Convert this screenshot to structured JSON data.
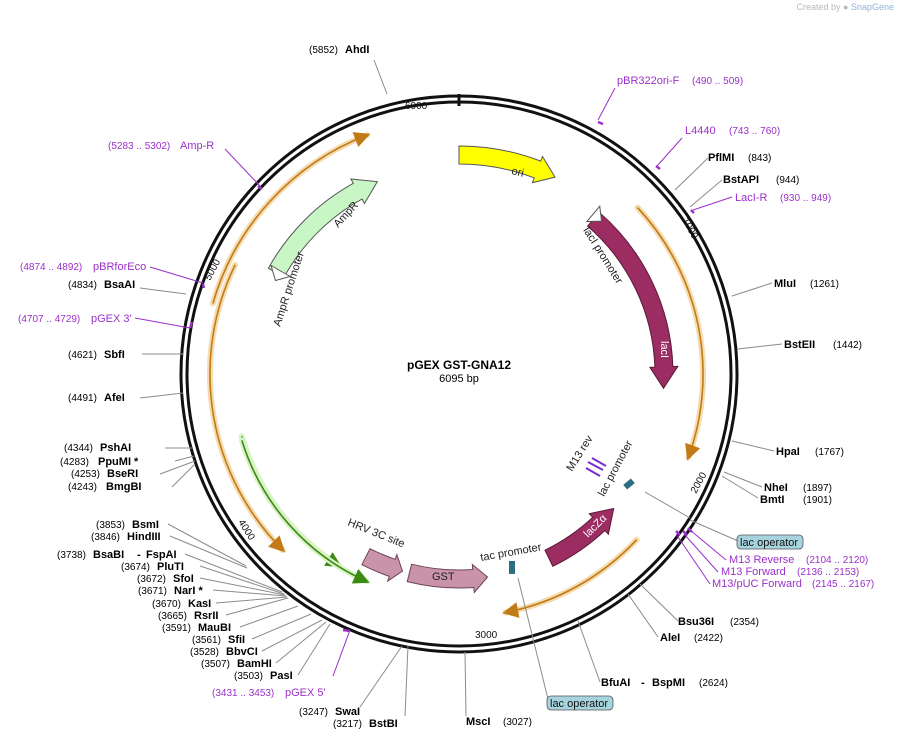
{
  "brand": {
    "created_by": "Created by",
    "name": "SnapGene"
  },
  "plasmid": {
    "name": "pGEX GST-GNA12",
    "size_label": "6095 bp"
  },
  "ticks": [
    "1000",
    "2000",
    "3000",
    "4000",
    "5000",
    "6000"
  ],
  "sites_right": [
    {
      "name": "PflMI",
      "pos": "(843)"
    },
    {
      "name": "BstAPI",
      "pos": "(944)"
    },
    {
      "name": "MluI",
      "pos": "(1261)"
    },
    {
      "name": "BstEII",
      "pos": "(1442)"
    },
    {
      "name": "HpaI",
      "pos": "(1767)"
    },
    {
      "name": "NheI",
      "pos": "(1897)"
    },
    {
      "name": "BmtI",
      "pos": "(1901)"
    },
    {
      "name": "Bsu36I",
      "pos": "(2354)"
    },
    {
      "name": "AleI",
      "pos": "(2422)"
    },
    {
      "name": "BfuAI",
      "pos": ""
    },
    {
      "name": "BspMI",
      "pos": "(2624)"
    },
    {
      "name": "MscI",
      "pos": "(3027)"
    }
  ],
  "sites_left": [
    {
      "name": "AhdI",
      "pos": "(5852)"
    },
    {
      "name": "BsaAI",
      "pos": "(4834)"
    },
    {
      "name": "SbfI",
      "pos": "(4621)"
    },
    {
      "name": "AfeI",
      "pos": "(4491)"
    },
    {
      "name": "PshAI",
      "pos": "(4344)"
    },
    {
      "name": "PpuMI *",
      "pos": "(4283)"
    },
    {
      "name": "BseRI",
      "pos": "(4253)"
    },
    {
      "name": "BmgBI",
      "pos": "(4243)"
    },
    {
      "name": "BsmI",
      "pos": "(3853)"
    },
    {
      "name": "HindIII",
      "pos": "(3846)"
    },
    {
      "name": "BsaBI",
      "pos": "(3738)"
    },
    {
      "name": "FspAI",
      "pos": ""
    },
    {
      "name": "PluTI",
      "pos": "(3674)"
    },
    {
      "name": "SfoI",
      "pos": "(3672)"
    },
    {
      "name": "NarI *",
      "pos": "(3671)"
    },
    {
      "name": "KasI",
      "pos": "(3670)"
    },
    {
      "name": "RsrII",
      "pos": "(3665)"
    },
    {
      "name": "MauBI",
      "pos": "(3591)"
    },
    {
      "name": "SfiI",
      "pos": "(3561)"
    },
    {
      "name": "BbvCI",
      "pos": "(3528)"
    },
    {
      "name": "BamHI",
      "pos": "(3507)"
    },
    {
      "name": "PasI",
      "pos": "(3503)"
    },
    {
      "name": "SwaI",
      "pos": "(3247)"
    },
    {
      "name": "BstBI",
      "pos": "(3217)"
    }
  ],
  "primers": [
    {
      "name": "pBR322ori-F",
      "range": "(490 .. 509)"
    },
    {
      "name": "L4440",
      "range": "(743 .. 760)"
    },
    {
      "name": "LacI-R",
      "range": "(930 .. 949)"
    },
    {
      "name": "M13 Reverse",
      "range": "(2104 .. 2120)"
    },
    {
      "name": "M13 Forward",
      "range": "(2136 .. 2153)"
    },
    {
      "name": "M13/pUC Forward",
      "range": "(2145 .. 2167)"
    },
    {
      "name": "pGEX 5'",
      "range": "(3431 .. 3453)"
    },
    {
      "name": "pGEX 3'",
      "range": "(4707 .. 4729)"
    },
    {
      "name": "pBRforEco",
      "range": "(4874 .. 4892)"
    },
    {
      "name": "Amp-R",
      "range": "(5283 .. 5302)"
    }
  ],
  "features": {
    "ori": "ori",
    "laci_promoter": "lacI promoter",
    "laci": "lacI",
    "m13_rev": "M13 rev",
    "lac_promoter_upper": "lac promoter",
    "lac_z_alpha": "lacZα",
    "tac_promoter": "tac promoter",
    "gst": "GST",
    "hrv_3c_site": "HRV 3C site",
    "ampr": "AmpR",
    "ampr_promoter": "AmpR promoter"
  },
  "lac_operator_badges": [
    "lac operator",
    "lac operator"
  ],
  "colors": {
    "ori": "#ffff00",
    "laci": "#9c2d62",
    "gst": "#c994aa",
    "ampr": "#c8f7c5",
    "primer": "#9b30c8",
    "orf_fill": "#f5dcb0",
    "orf_stroke": "#c27a17",
    "orf_green_fill": "#d9f2c6",
    "orf_green_stroke": "#3c8c14",
    "badge_fill": "#a7d3de"
  }
}
